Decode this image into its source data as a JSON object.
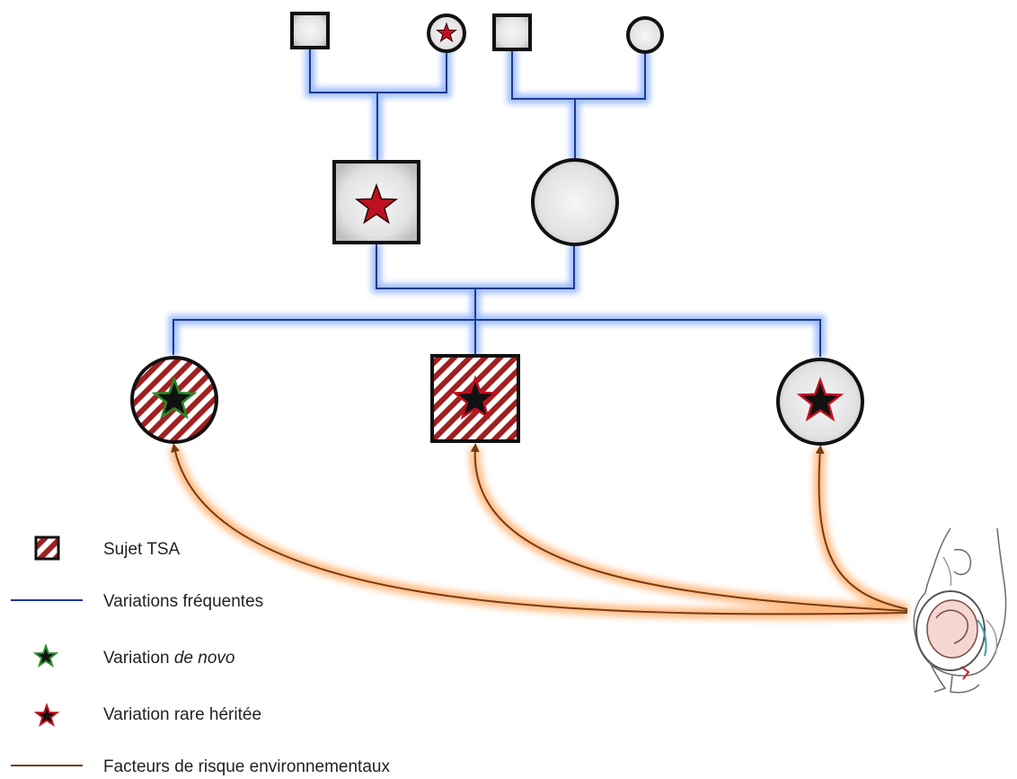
{
  "colors": {
    "common_variation_line": "#1f3a8f",
    "common_variation_glow": "#4d86ff",
    "environment_line": "#7a3a12",
    "environment_glow": "#ff8a2a",
    "rare_star": "#c01020",
    "de_novo_star": "#1d6b1d",
    "node_fill": "#e4e4e4",
    "hatch_red": "#a02020"
  },
  "icons": {
    "pregnant_woman": "pregnant-woman-illustration"
  },
  "legend": {
    "items": [
      {
        "key": "asd_subject",
        "label": "Sujet TSA"
      },
      {
        "key": "common_variations",
        "label": "Variations fréquentes"
      },
      {
        "key": "de_novo",
        "label_prefix": "Variation ",
        "label_em": "de novo"
      },
      {
        "key": "rare_inherited",
        "label": "Variation rare héritée"
      },
      {
        "key": "environmental",
        "label": "Facteurs de risque environnementaux"
      }
    ]
  }
}
